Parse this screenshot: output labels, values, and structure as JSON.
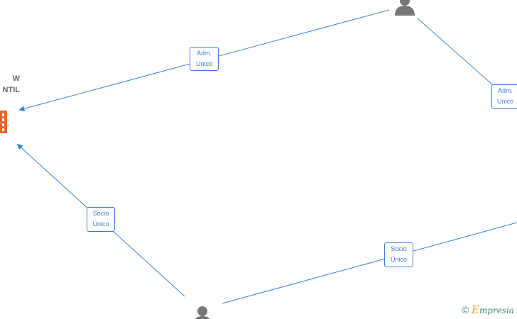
{
  "company": {
    "name_line1": "W",
    "name_line2": "NTIL",
    "icon": "building-icon",
    "color": "#f26522"
  },
  "people": [
    {
      "id": "person-top",
      "icon": "person-icon"
    },
    {
      "id": "person-bottom",
      "icon": "person-icon"
    }
  ],
  "relations": [
    {
      "id": "rel-adm-1",
      "line1": "Adm.",
      "line2": "Unico"
    },
    {
      "id": "rel-adm-2",
      "line1": "Adm.",
      "line2": "Unico"
    },
    {
      "id": "rel-socio-1",
      "line1": "Socio",
      "line2": "Único"
    },
    {
      "id": "rel-socio-2",
      "line1": "Socio",
      "line2": "Único"
    }
  ],
  "colors": {
    "edge": "#3a7fd5",
    "person": "#777777"
  },
  "watermark": {
    "copyright": "©",
    "brand_initial": "E",
    "brand_rest": "mpresia"
  }
}
